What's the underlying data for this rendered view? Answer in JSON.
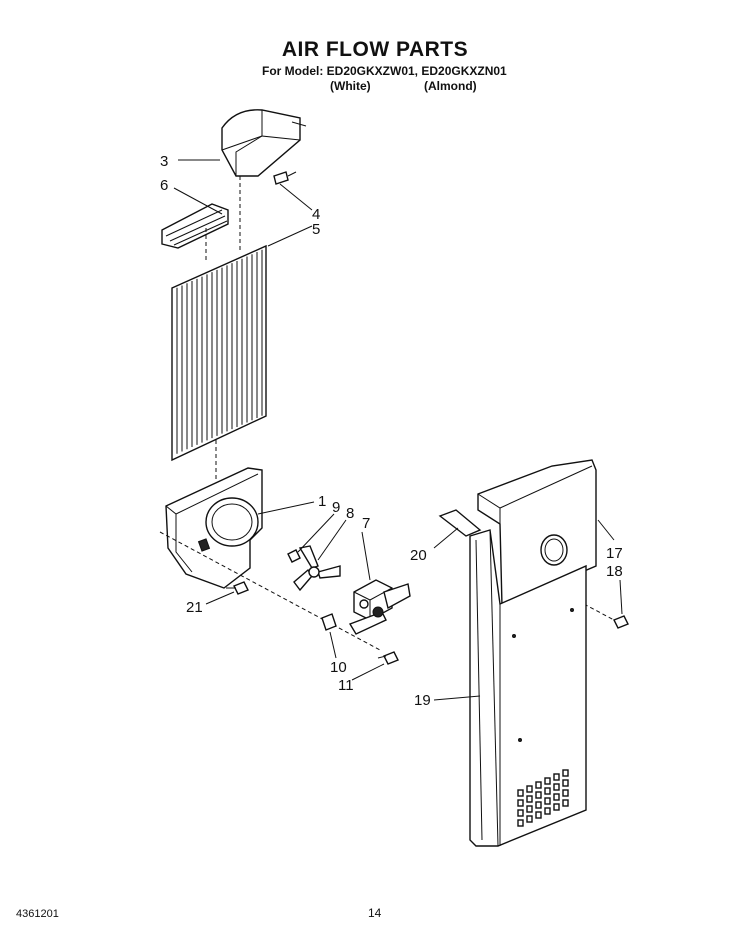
{
  "header": {
    "title": "AIR FLOW PARTS",
    "model_line": "For Model: ED20GKXZW01, ED20GKXZN01",
    "variant_white": "(White)",
    "variant_almond": "(Almond)"
  },
  "footer": {
    "doc_number": "4361201",
    "page_number": "14"
  },
  "callouts": [
    "3",
    "6",
    "4",
    "5",
    "1",
    "9",
    "8",
    "7",
    "20",
    "17",
    "18",
    "21",
    "10",
    "11",
    "19"
  ]
}
